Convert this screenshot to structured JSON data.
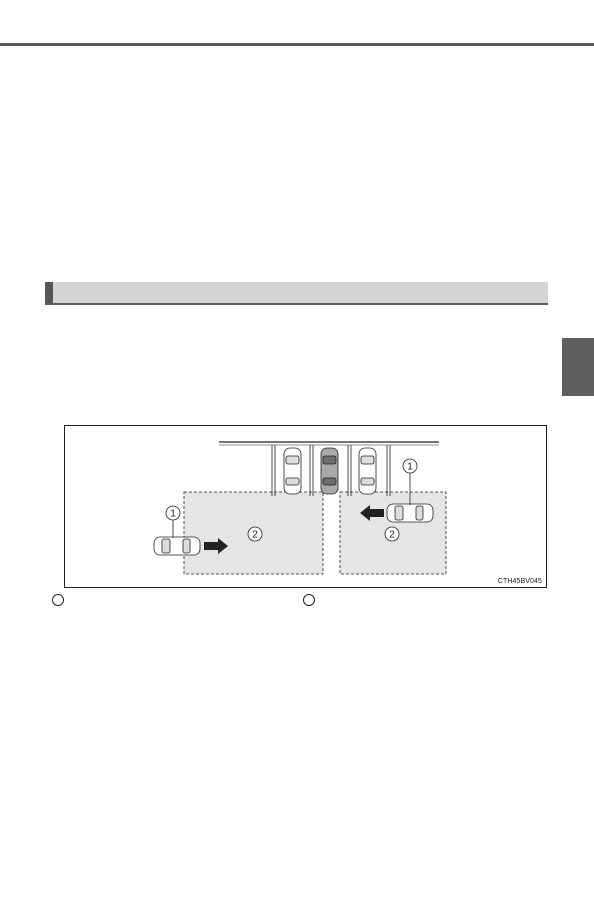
{
  "figure": {
    "code": "CTH45BV045",
    "callout_1": "1",
    "callout_2": "2"
  },
  "colors": {
    "rule": "#5a5a5a",
    "section_bar": "#d4d4d4",
    "side_tab": "#5f5f5f",
    "zone_fill": "#e5e5e5"
  }
}
